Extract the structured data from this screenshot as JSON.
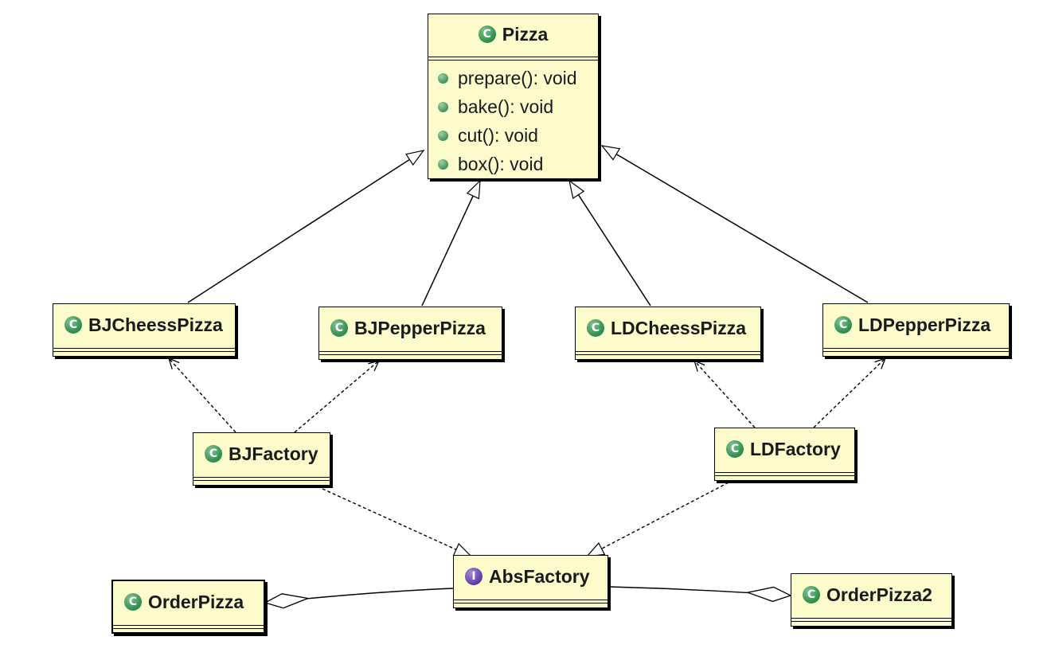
{
  "colors": {
    "box_fill": "#fbfbcb",
    "class_badge": "#3c9a5a",
    "interface_badge": "#6a4aa8",
    "line": "#000000"
  },
  "pizza": {
    "name": "Pizza",
    "badge": "C",
    "methods": [
      "prepare(): void",
      "bake(): void",
      "cut(): void",
      "box(): void"
    ]
  },
  "bj_cheess_pizza": {
    "name": "BJCheessPizza",
    "badge": "C"
  },
  "bj_pepper_pizza": {
    "name": "BJPepperPizza",
    "badge": "C"
  },
  "ld_cheess_pizza": {
    "name": "LDCheessPizza",
    "badge": "C"
  },
  "ld_pepper_pizza": {
    "name": "LDPepperPizza",
    "badge": "C"
  },
  "bj_factory": {
    "name": "BJFactory",
    "badge": "C"
  },
  "ld_factory": {
    "name": "LDFactory",
    "badge": "C"
  },
  "abs_factory": {
    "name": "AbsFactory",
    "badge": "I"
  },
  "order_pizza": {
    "name": "OrderPizza",
    "badge": "C"
  },
  "order_pizza2": {
    "name": "OrderPizza2",
    "badge": "C"
  }
}
